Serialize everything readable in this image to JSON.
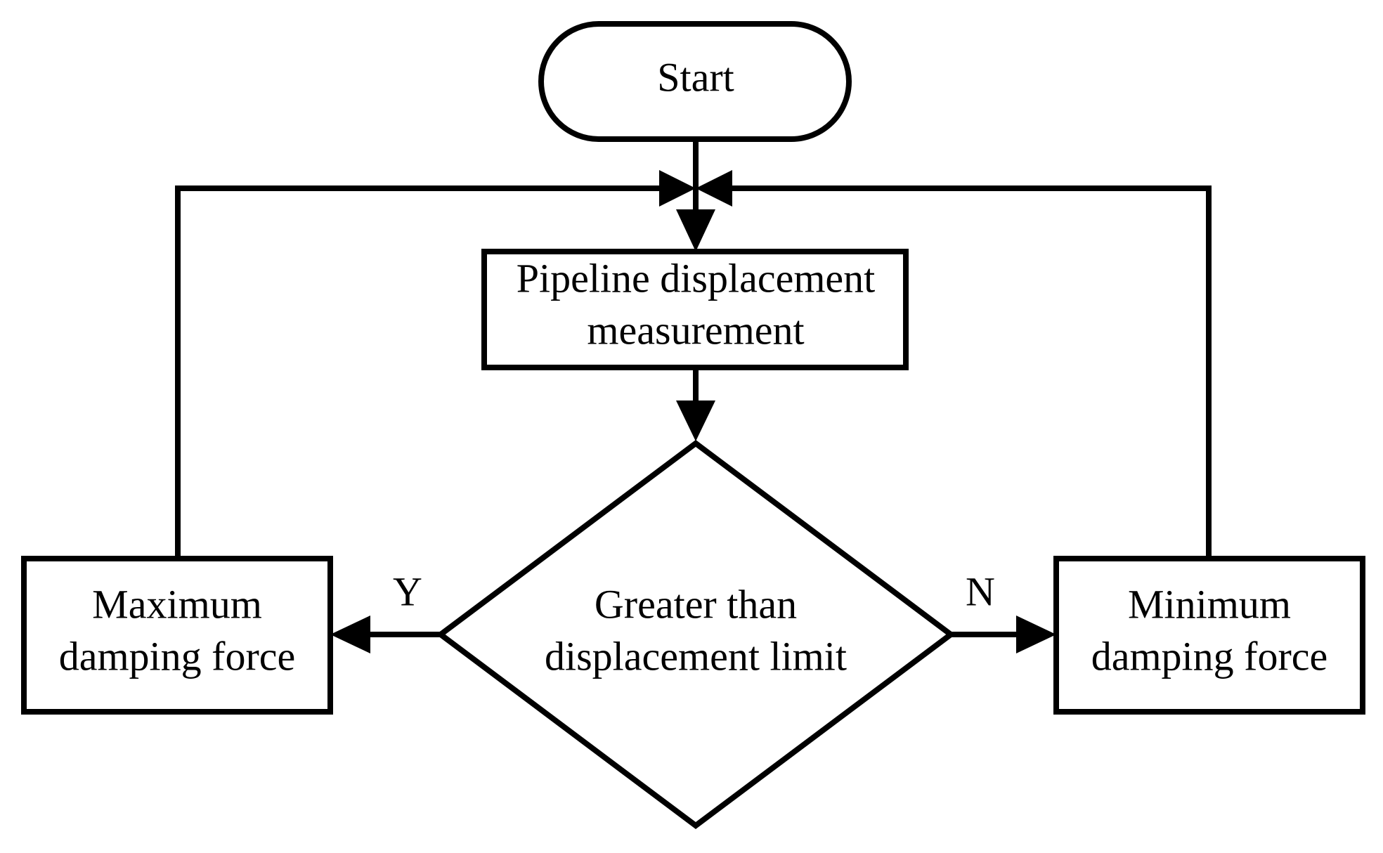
{
  "diagram": {
    "nodes": {
      "start": {
        "type": "terminator",
        "lines": [
          "Start"
        ]
      },
      "measure": {
        "type": "process",
        "lines": [
          "Pipeline displacement",
          "measurement"
        ]
      },
      "decision": {
        "type": "decision",
        "lines": [
          "Greater than",
          "displacement limit"
        ]
      },
      "max_force": {
        "type": "process",
        "lines": [
          "Maximum",
          "damping force"
        ]
      },
      "min_force": {
        "type": "process",
        "lines": [
          "Minimum",
          "damping force"
        ]
      }
    },
    "edges": {
      "yes_label": "Y",
      "no_label": "N"
    }
  }
}
